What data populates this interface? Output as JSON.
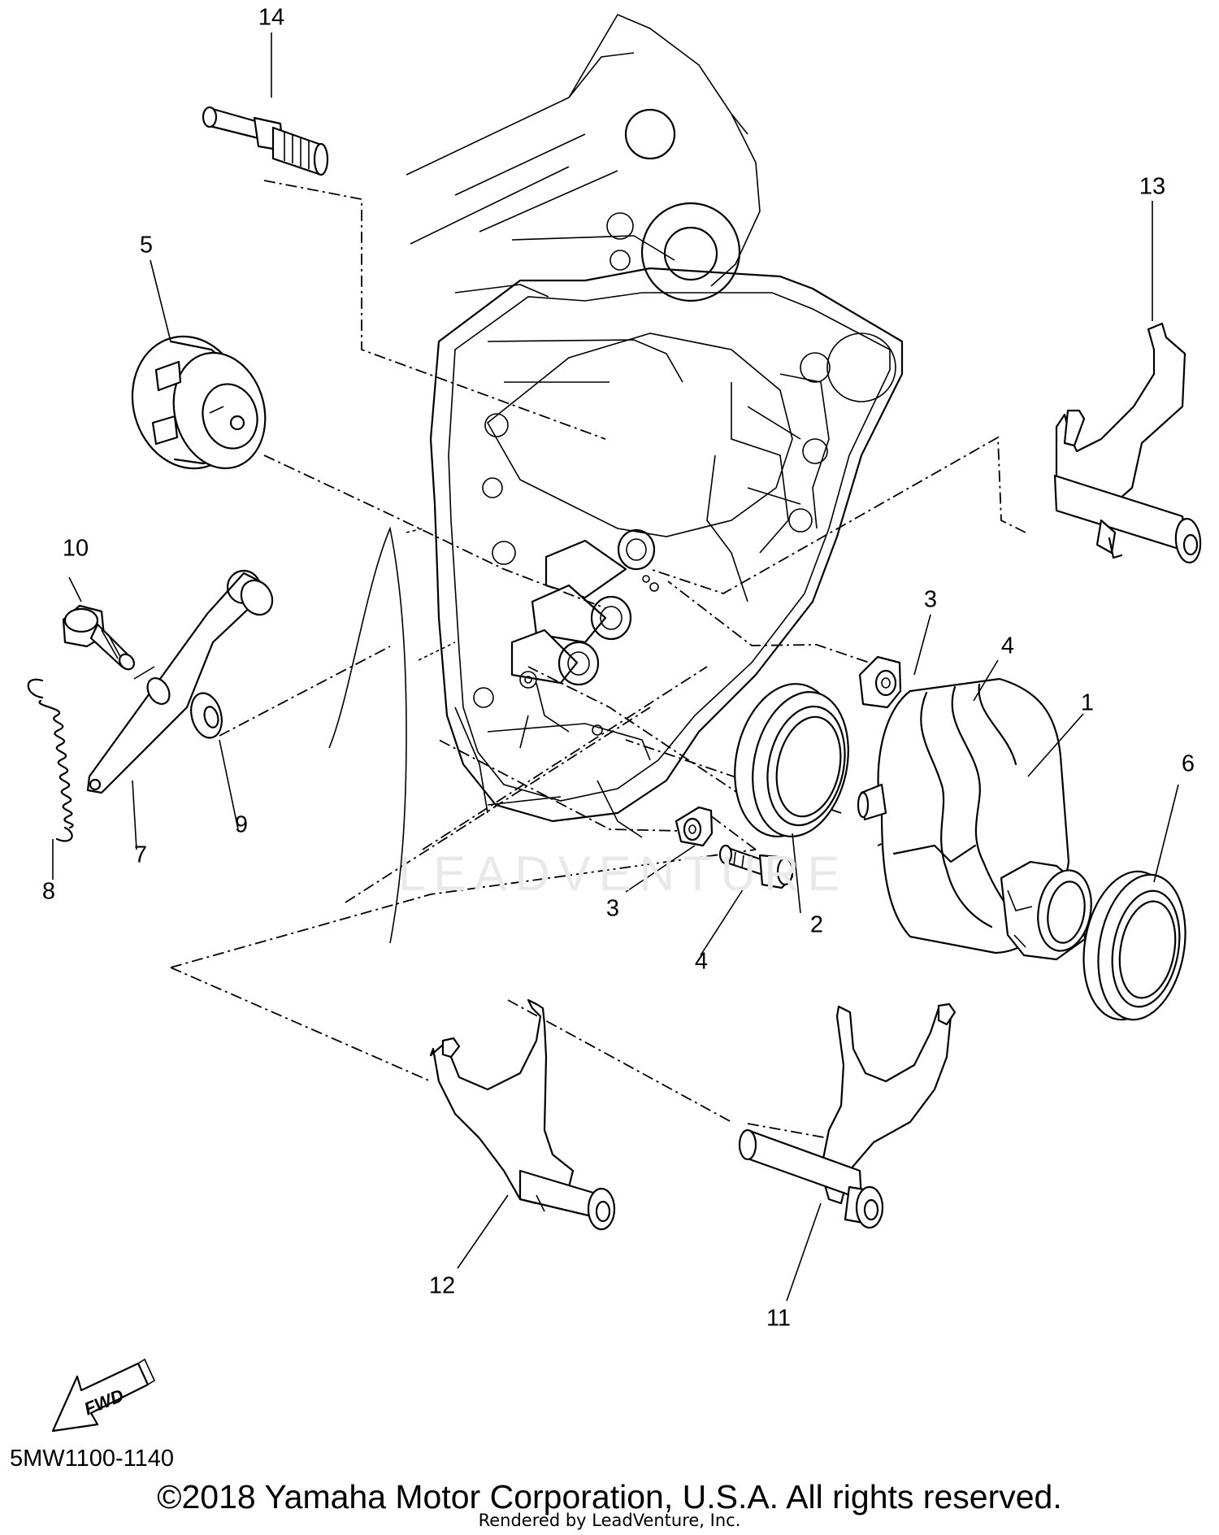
{
  "diagram": {
    "code": "5MW1100-1140",
    "copyright": "©2018 Yamaha Motor Corporation, U.S.A. All rights reserved.",
    "rendered_by": "Rendered by LeadVenture, Inc.",
    "watermark": "LEADVENTURE",
    "direction_label": "FWD"
  },
  "callouts": [
    "1",
    "2",
    "3",
    "3",
    "4",
    "4",
    "5",
    "6",
    "7",
    "8",
    "9",
    "10",
    "11",
    "12",
    "13",
    "14"
  ]
}
